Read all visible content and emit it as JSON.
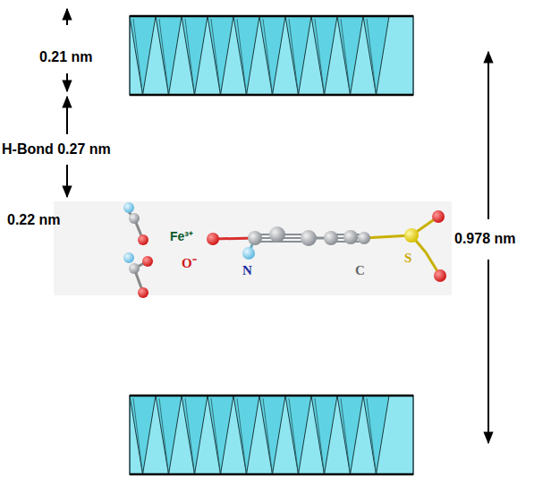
{
  "diagram": {
    "labels": [
      "0.21 nm",
      "H-Bond 0.27 nm",
      "0.22 nm",
      "0.978 nm",
      "Fe³⁺",
      "O⁻",
      "N",
      "C",
      "S"
    ]
  }
}
